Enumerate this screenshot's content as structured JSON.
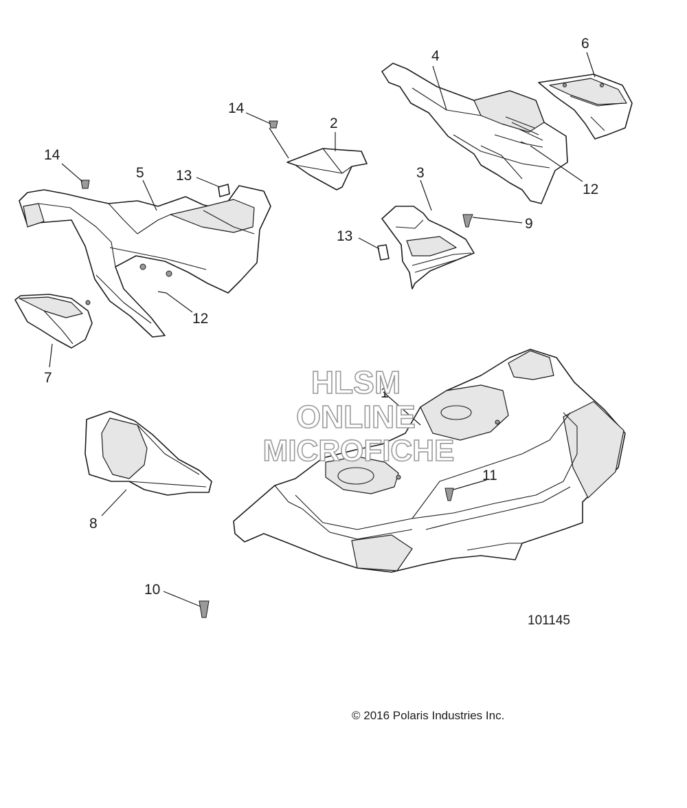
{
  "diagram": {
    "part_numbers": [
      "1",
      "2",
      "3",
      "4",
      "5",
      "6",
      "7",
      "8",
      "9",
      "10",
      "11",
      "12",
      "12",
      "13",
      "13",
      "14",
      "14"
    ],
    "reference_number": "101145",
    "copyright": "© 2016 Polaris Industries Inc.",
    "watermark": {
      "line1": "HLSM",
      "line2": "ONLINE",
      "line3": "MICROFICHE"
    }
  }
}
